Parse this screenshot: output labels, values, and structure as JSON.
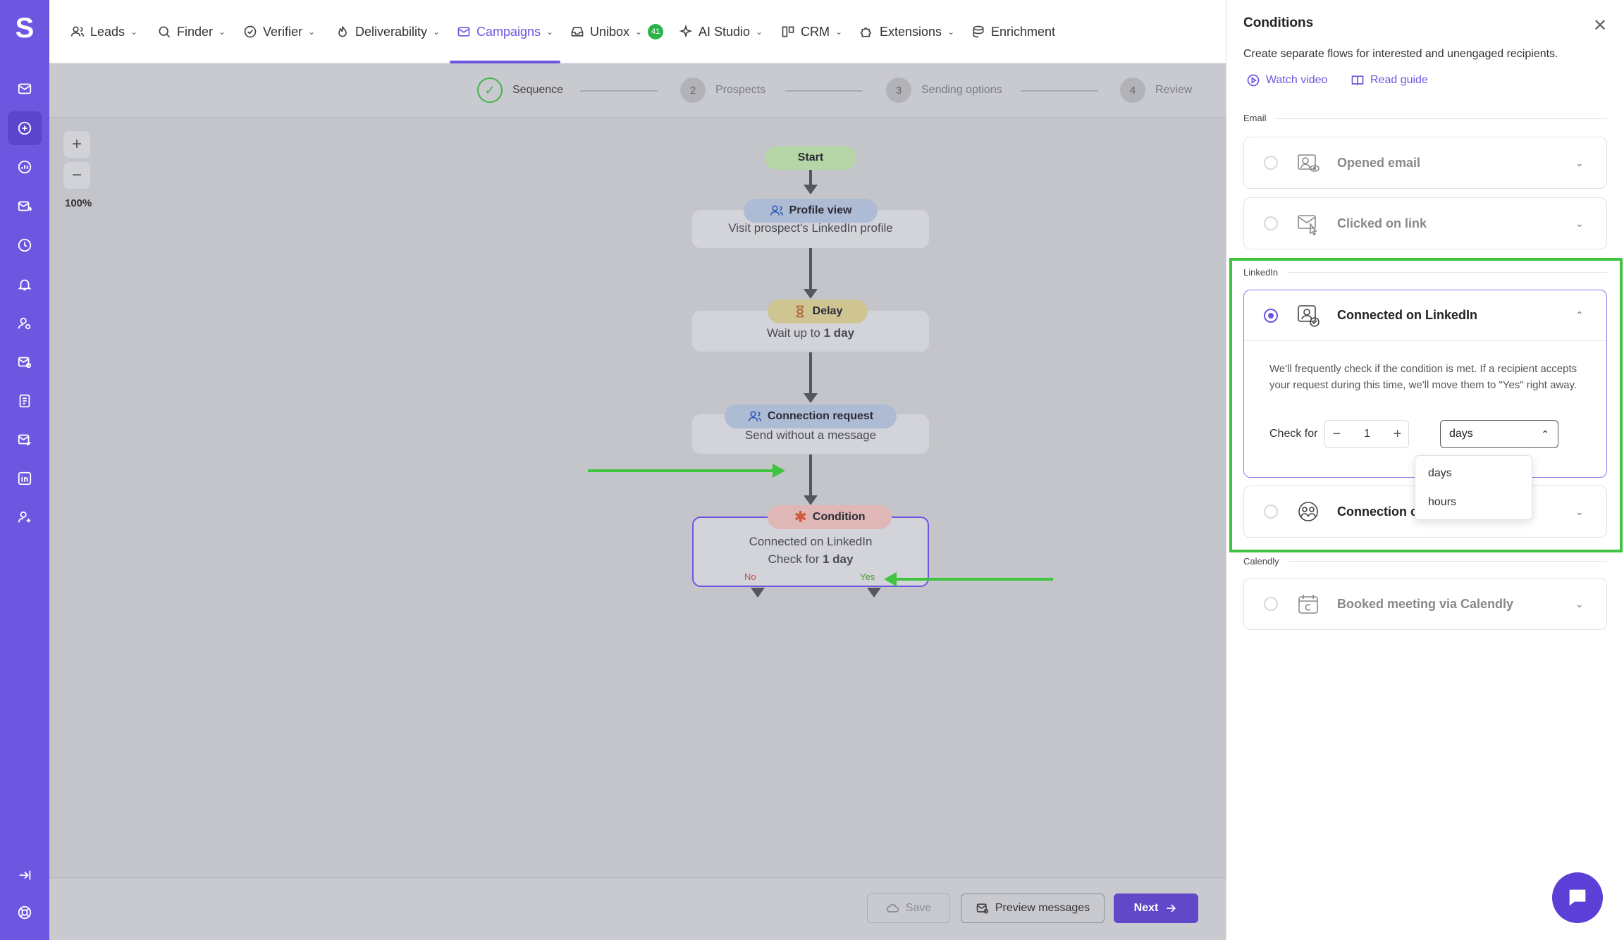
{
  "app": {
    "logo": "S"
  },
  "sidebar": {
    "icons": [
      "mail-icon",
      "add-circle-icon",
      "chart-icon",
      "outbox-icon",
      "clock-icon",
      "bell-icon",
      "person-search-icon",
      "mail-settings-icon",
      "document-icon",
      "mail-check-icon",
      "linkedin-icon",
      "add-user-icon",
      "collapse-icon",
      "help-icon"
    ],
    "active": "add-circle-icon"
  },
  "nav": {
    "items": [
      {
        "label": "Leads",
        "icon": "leads-icon",
        "chevron": true
      },
      {
        "label": "Finder",
        "icon": "search-icon",
        "chevron": true
      },
      {
        "label": "Verifier",
        "icon": "check-circle-icon",
        "chevron": true
      },
      {
        "label": "Deliverability",
        "icon": "flame-icon",
        "chevron": true
      },
      {
        "label": "Campaigns",
        "icon": "envelope-icon",
        "chevron": true,
        "active": true
      },
      {
        "label": "Unibox",
        "icon": "inbox-icon",
        "chevron": true,
        "badge": "41"
      },
      {
        "label": "AI Studio",
        "icon": "sparkle-icon",
        "chevron": true
      },
      {
        "label": "CRM",
        "icon": "crm-icon",
        "chevron": true
      },
      {
        "label": "Extensions",
        "icon": "puzzle-icon",
        "chevron": true
      },
      {
        "label": "Enrichment",
        "icon": "enrichment-icon",
        "chevron": false
      }
    ]
  },
  "stepper": {
    "steps": [
      {
        "num": "✓",
        "label": "Sequence",
        "done": true
      },
      {
        "num": "2",
        "label": "Prospects"
      },
      {
        "num": "3",
        "label": "Sending options"
      },
      {
        "num": "4",
        "label": "Review"
      }
    ]
  },
  "zoom": {
    "plus": "+",
    "minus": "−",
    "level": "100%"
  },
  "flow": {
    "start": "Start",
    "profile_view": {
      "title": "Profile view",
      "body": "Visit prospect's LinkedIn profile"
    },
    "delay": {
      "title": "Delay",
      "body_prefix": "Wait up to ",
      "body_bold": "1 day"
    },
    "connection_request": {
      "title": "Connection request",
      "body": "Send without a message"
    },
    "condition": {
      "title": "Condition",
      "line1": "Connected on LinkedIn",
      "line2_prefix": "Check for ",
      "line2_bold": "1 day",
      "no": "No",
      "yes": "Yes"
    }
  },
  "footer": {
    "save": "Save",
    "preview": "Preview messages",
    "next": "Next"
  },
  "panel": {
    "title": "Conditions",
    "description": "Create separate flows for interested and unengaged recipients.",
    "watch_video": "Watch video",
    "read_guide": "Read guide",
    "sections": {
      "email": "Email",
      "linkedin": "LinkedIn",
      "calendly": "Calendly"
    },
    "cards": {
      "opened_email": "Opened email",
      "clicked_link": "Clicked on link",
      "connected_linkedin": "Connected on LinkedIn",
      "connection_other": "Connection c",
      "booked_meeting": "Booked meeting via Calendly"
    },
    "connected_desc": "We'll frequently check if the condition is met. If a recipient accepts your request during this time, we'll move them to \"Yes\" right away.",
    "check_for_label": "Check for",
    "check_value": "1",
    "unit_selected": "days",
    "unit_options": [
      "days",
      "hours"
    ]
  },
  "colors": {
    "brand": "#6d56e0",
    "annotation": "#3ec43e"
  }
}
